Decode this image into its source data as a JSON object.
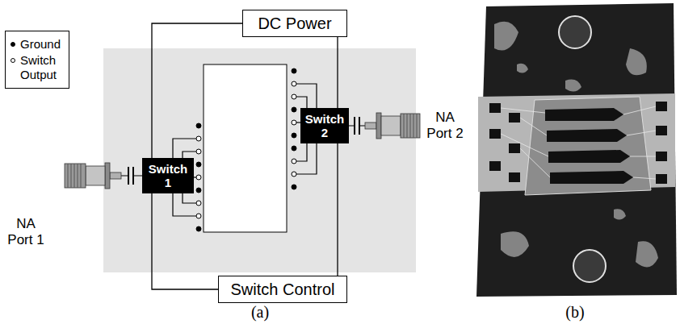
{
  "diagram": {
    "nodes": [
      {
        "text": [
          "DC Power"
        ]
      },
      {
        "text": [
          "Switch 1"
        ]
      },
      {
        "text": [
          "Switch 2"
        ]
      },
      {
        "text": [
          "Switch Control"
        ]
      }
    ],
    "edges": [
      {
        "from": 0,
        "to": 1,
        "arrow": "none"
      },
      {
        "from": 0,
        "to": 2,
        "arrow": "none"
      },
      {
        "from": 3,
        "to": 1,
        "arrow": "none"
      },
      {
        "from": 3,
        "to": 2,
        "arrow": "none"
      }
    ],
    "labels": [
      "NA Port 1",
      "NA Port 2",
      "(a)",
      "(b)"
    ],
    "legend": [
      {
        "text": "Ground"
      },
      {
        "text": "Switch Output"
      }
    ]
  }
}
